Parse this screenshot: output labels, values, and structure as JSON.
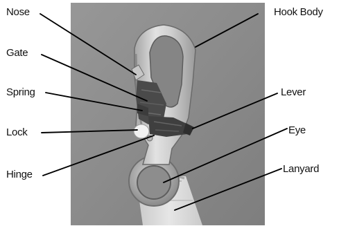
{
  "figure": {
    "subject": "snap hook with lanyard (photograph)",
    "photo_background": "#8c8c8c",
    "label_color": "#111111",
    "leader_color": "#000000"
  },
  "labels": {
    "nose": "Nose",
    "gate": "Gate",
    "spring": "Spring",
    "lock": "Lock",
    "hinge": "Hinge",
    "hook_body": "Hook Body",
    "lever": "Lever",
    "eye": "Eye",
    "lanyard": "Lanyard"
  }
}
